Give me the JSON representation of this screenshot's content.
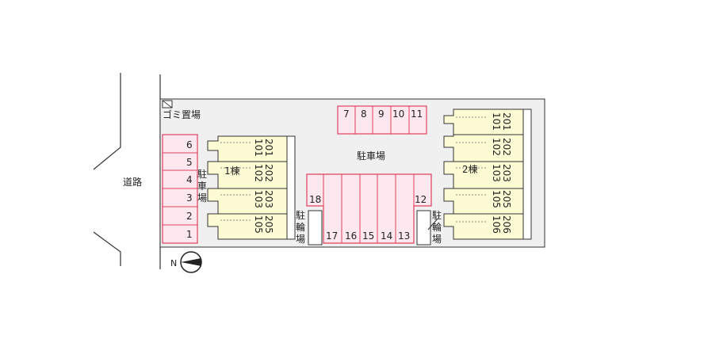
{
  "labels": {
    "garbage": "ゴミ置場",
    "parking_center": "駐車場",
    "road": "道路",
    "building1": "1棟",
    "building2": "2棟",
    "parking_small_chars": [
      "駐",
      "車",
      "場"
    ],
    "bicycle_chars": [
      "駐",
      "輪",
      "場"
    ],
    "north": "N"
  },
  "parking": {
    "left_column": [
      "6",
      "5",
      "4",
      "3",
      "2",
      "1"
    ],
    "top_row": [
      "7",
      "8",
      "9",
      "10",
      "11"
    ],
    "center_left": "18",
    "center_right": "12",
    "center_bottom": [
      "17",
      "16",
      "15",
      "14",
      "13"
    ]
  },
  "building1_units": [
    [
      "201",
      "101"
    ],
    [
      "202",
      "102"
    ],
    [
      "203",
      "103"
    ],
    [
      "205",
      "105"
    ]
  ],
  "building2_units": [
    [
      "201",
      "101"
    ],
    [
      "202",
      "102"
    ],
    [
      "203",
      "103"
    ],
    [
      "205",
      "105"
    ],
    [
      "206",
      "106"
    ]
  ],
  "colors": {
    "parking_fill": "#fde8ef",
    "parking_stroke": "#e0405e",
    "building_fill": "#fdfbd3",
    "lot_fill": "#f0f0f0"
  }
}
